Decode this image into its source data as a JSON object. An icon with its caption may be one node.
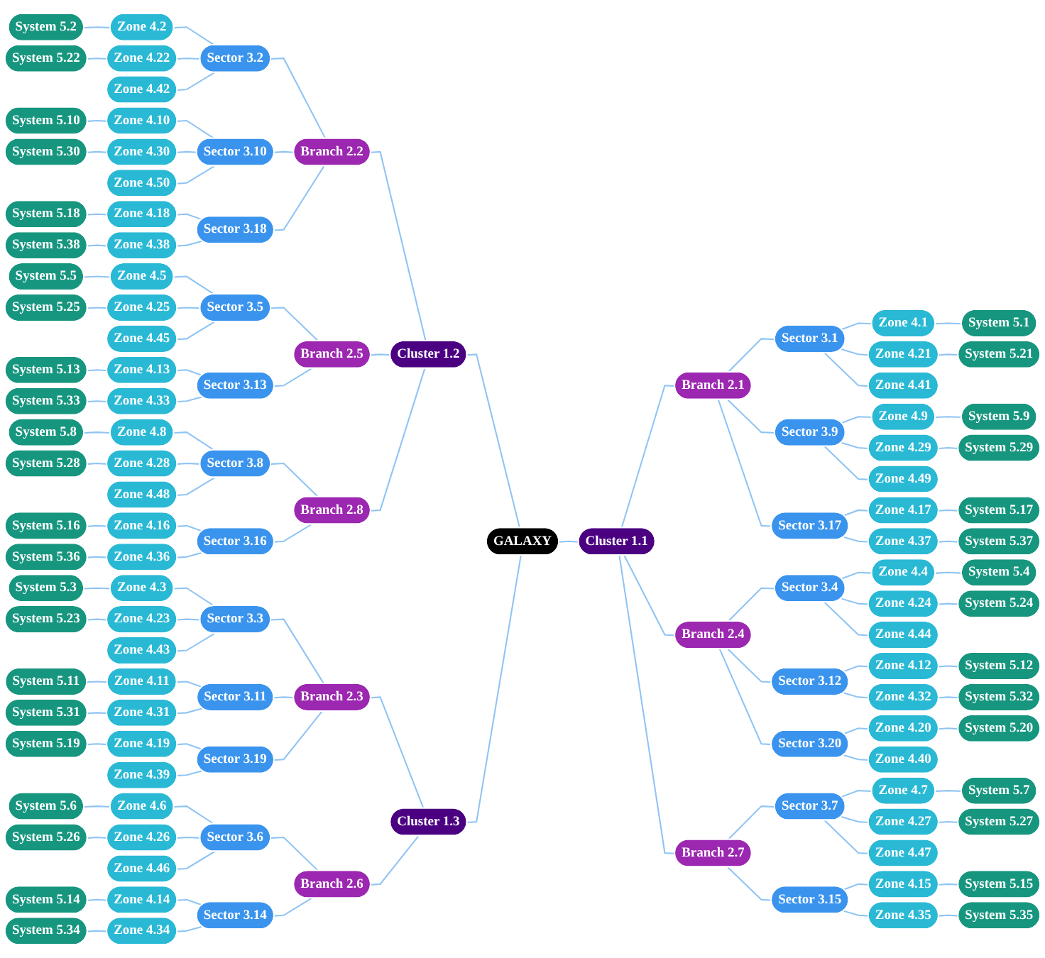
{
  "diagram": {
    "nodes": [
      {
        "text": [
          "GALAXY"
        ]
      },
      {
        "text": [
          "Cluster 1.1"
        ]
      },
      {
        "text": [
          "Cluster 1.2"
        ]
      },
      {
        "text": [
          "Cluster 1.3"
        ]
      },
      {
        "text": [
          "Branch 2.1"
        ]
      },
      {
        "text": [
          "Branch 2.2"
        ]
      },
      {
        "text": [
          "Branch 2.3"
        ]
      },
      {
        "text": [
          "Branch 2.4"
        ]
      },
      {
        "text": [
          "Branch 2.5"
        ]
      },
      {
        "text": [
          "Branch 2.6"
        ]
      },
      {
        "text": [
          "Branch 2.7"
        ]
      },
      {
        "text": [
          "Branch 2.8"
        ]
      },
      {
        "text": [
          "Sector 3.1"
        ]
      },
      {
        "text": [
          "Sector 3.2"
        ]
      },
      {
        "text": [
          "Sector 3.3"
        ]
      },
      {
        "text": [
          "Sector 3.4"
        ]
      },
      {
        "text": [
          "Sector 3.5"
        ]
      },
      {
        "text": [
          "Sector 3.6"
        ]
      },
      {
        "text": [
          "Sector 3.7"
        ]
      },
      {
        "text": [
          "Sector 3.8"
        ]
      },
      {
        "text": [
          "Sector 3.9"
        ]
      },
      {
        "text": [
          "Sector 3.10"
        ]
      },
      {
        "text": [
          "Sector 3.11"
        ]
      },
      {
        "text": [
          "Sector 3.12"
        ]
      },
      {
        "text": [
          "Sector 3.13"
        ]
      },
      {
        "text": [
          "Sector 3.14"
        ]
      },
      {
        "text": [
          "Sector 3.15"
        ]
      },
      {
        "text": [
          "Sector 3.16"
        ]
      },
      {
        "text": [
          "Sector 3.17"
        ]
      },
      {
        "text": [
          "Sector 3.18"
        ]
      },
      {
        "text": [
          "Sector 3.19"
        ]
      },
      {
        "text": [
          "Sector 3.20"
        ]
      },
      {
        "text": [
          "Zone 4.1"
        ]
      },
      {
        "text": [
          "Zone 4.2"
        ]
      },
      {
        "text": [
          "Zone 4.3"
        ]
      },
      {
        "text": [
          "Zone 4.4"
        ]
      },
      {
        "text": [
          "Zone 4.5"
        ]
      },
      {
        "text": [
          "Zone 4.6"
        ]
      },
      {
        "text": [
          "Zone 4.7"
        ]
      },
      {
        "text": [
          "Zone 4.8"
        ]
      },
      {
        "text": [
          "Zone 4.9"
        ]
      },
      {
        "text": [
          "Zone 4.10"
        ]
      },
      {
        "text": [
          "Zone 4.11"
        ]
      },
      {
        "text": [
          "Zone 4.12"
        ]
      },
      {
        "text": [
          "Zone 4.13"
        ]
      },
      {
        "text": [
          "Zone 4.14"
        ]
      },
      {
        "text": [
          "Zone 4.15"
        ]
      },
      {
        "text": [
          "Zone 4.16"
        ]
      },
      {
        "text": [
          "Zone 4.17"
        ]
      },
      {
        "text": [
          "Zone 4.18"
        ]
      },
      {
        "text": [
          "Zone 4.19"
        ]
      },
      {
        "text": [
          "Zone 4.20"
        ]
      },
      {
        "text": [
          "Zone 4.21"
        ]
      },
      {
        "text": [
          "Zone 4.22"
        ]
      },
      {
        "text": [
          "Zone 4.23"
        ]
      },
      {
        "text": [
          "Zone 4.24"
        ]
      },
      {
        "text": [
          "Zone 4.25"
        ]
      },
      {
        "text": [
          "Zone 4.26"
        ]
      },
      {
        "text": [
          "Zone 4.27"
        ]
      },
      {
        "text": [
          "Zone 4.28"
        ]
      },
      {
        "text": [
          "Zone 4.29"
        ]
      },
      {
        "text": [
          "Zone 4.30"
        ]
      },
      {
        "text": [
          "Zone 4.31"
        ]
      },
      {
        "text": [
          "Zone 4.32"
        ]
      },
      {
        "text": [
          "Zone 4.33"
        ]
      },
      {
        "text": [
          "Zone 4.34"
        ]
      },
      {
        "text": [
          "Zone 4.35"
        ]
      },
      {
        "text": [
          "Zone 4.36"
        ]
      },
      {
        "text": [
          "Zone 4.37"
        ]
      },
      {
        "text": [
          "Zone 4.38"
        ]
      },
      {
        "text": [
          "Zone 4.39"
        ]
      },
      {
        "text": [
          "Zone 4.40"
        ]
      },
      {
        "text": [
          "Zone 4.41"
        ]
      },
      {
        "text": [
          "Zone 4.42"
        ]
      },
      {
        "text": [
          "Zone 4.43"
        ]
      },
      {
        "text": [
          "Zone 4.44"
        ]
      },
      {
        "text": [
          "Zone 4.45"
        ]
      },
      {
        "text": [
          "Zone 4.46"
        ]
      },
      {
        "text": [
          "Zone 4.47"
        ]
      },
      {
        "text": [
          "Zone 4.48"
        ]
      },
      {
        "text": [
          "Zone 4.49"
        ]
      },
      {
        "text": [
          "Zone 4.50"
        ]
      },
      {
        "text": [
          "System 5.1"
        ]
      },
      {
        "text": [
          "System 5.2"
        ]
      },
      {
        "text": [
          "System 5.3"
        ]
      },
      {
        "text": [
          "System 5.4"
        ]
      },
      {
        "text": [
          "System 5.5"
        ]
      },
      {
        "text": [
          "System 5.6"
        ]
      },
      {
        "text": [
          "System 5.7"
        ]
      },
      {
        "text": [
          "System 5.8"
        ]
      },
      {
        "text": [
          "System 5.9"
        ]
      },
      {
        "text": [
          "System 5.10"
        ]
      },
      {
        "text": [
          "System 5.11"
        ]
      },
      {
        "text": [
          "System 5.12"
        ]
      },
      {
        "text": [
          "System 5.13"
        ]
      },
      {
        "text": [
          "System 5.14"
        ]
      },
      {
        "text": [
          "System 5.15"
        ]
      },
      {
        "text": [
          "System 5.16"
        ]
      },
      {
        "text": [
          "System 5.17"
        ]
      },
      {
        "text": [
          "System 5.18"
        ]
      },
      {
        "text": [
          "System 5.19"
        ]
      },
      {
        "text": [
          "System 5.20"
        ]
      },
      {
        "text": [
          "System 5.21"
        ]
      },
      {
        "text": [
          "System 5.22"
        ]
      },
      {
        "text": [
          "System 5.23"
        ]
      },
      {
        "text": [
          "System 5.24"
        ]
      },
      {
        "text": [
          "System 5.25"
        ]
      },
      {
        "text": [
          "System 5.26"
        ]
      },
      {
        "text": [
          "System 5.27"
        ]
      },
      {
        "text": [
          "System 5.28"
        ]
      },
      {
        "text": [
          "System 5.29"
        ]
      },
      {
        "text": [
          "System 5.30"
        ]
      },
      {
        "text": [
          "System 5.31"
        ]
      },
      {
        "text": [
          "System 5.32"
        ]
      },
      {
        "text": [
          "System 5.33"
        ]
      },
      {
        "text": [
          "System 5.34"
        ]
      },
      {
        "text": [
          "System 5.35"
        ]
      },
      {
        "text": [
          "System 5.36"
        ]
      },
      {
        "text": [
          "System 5.37"
        ]
      },
      {
        "text": [
          "System 5.38"
        ]
      }
    ],
    "edges": [
      {
        "from": 0,
        "to": 1,
        "arrow": "none"
      },
      {
        "from": 0,
        "to": 2,
        "arrow": "none"
      },
      {
        "from": 0,
        "to": 3,
        "arrow": "none"
      },
      {
        "from": 1,
        "to": 4,
        "arrow": "none"
      },
      {
        "from": 2,
        "to": 5,
        "arrow": "none"
      },
      {
        "from": 3,
        "to": 6,
        "arrow": "none"
      },
      {
        "from": 1,
        "to": 7,
        "arrow": "none"
      },
      {
        "from": 2,
        "to": 8,
        "arrow": "none"
      },
      {
        "from": 3,
        "to": 9,
        "arrow": "none"
      },
      {
        "from": 1,
        "to": 10,
        "arrow": "none"
      },
      {
        "from": 2,
        "to": 11,
        "arrow": "none"
      },
      {
        "from": 4,
        "to": 12,
        "arrow": "none"
      },
      {
        "from": 5,
        "to": 13,
        "arrow": "none"
      },
      {
        "from": 6,
        "to": 14,
        "arrow": "none"
      },
      {
        "from": 7,
        "to": 15,
        "arrow": "none"
      },
      {
        "from": 8,
        "to": 16,
        "arrow": "none"
      },
      {
        "from": 9,
        "to": 17,
        "arrow": "none"
      },
      {
        "from": 10,
        "to": 18,
        "arrow": "none"
      },
      {
        "from": 11,
        "to": 19,
        "arrow": "none"
      },
      {
        "from": 4,
        "to": 20,
        "arrow": "none"
      },
      {
        "from": 5,
        "to": 21,
        "arrow": "none"
      },
      {
        "from": 6,
        "to": 22,
        "arrow": "none"
      },
      {
        "from": 7,
        "to": 23,
        "arrow": "none"
      },
      {
        "from": 8,
        "to": 24,
        "arrow": "none"
      },
      {
        "from": 9,
        "to": 25,
        "arrow": "none"
      },
      {
        "from": 10,
        "to": 26,
        "arrow": "none"
      },
      {
        "from": 11,
        "to": 27,
        "arrow": "none"
      },
      {
        "from": 4,
        "to": 28,
        "arrow": "none"
      },
      {
        "from": 5,
        "to": 29,
        "arrow": "none"
      },
      {
        "from": 6,
        "to": 30,
        "arrow": "none"
      },
      {
        "from": 7,
        "to": 31,
        "arrow": "none"
      },
      {
        "from": 12,
        "to": 32,
        "arrow": "none"
      },
      {
        "from": 13,
        "to": 33,
        "arrow": "none"
      },
      {
        "from": 14,
        "to": 34,
        "arrow": "none"
      },
      {
        "from": 15,
        "to": 35,
        "arrow": "none"
      },
      {
        "from": 16,
        "to": 36,
        "arrow": "none"
      },
      {
        "from": 17,
        "to": 37,
        "arrow": "none"
      },
      {
        "from": 18,
        "to": 38,
        "arrow": "none"
      },
      {
        "from": 19,
        "to": 39,
        "arrow": "none"
      },
      {
        "from": 20,
        "to": 40,
        "arrow": "none"
      },
      {
        "from": 21,
        "to": 41,
        "arrow": "none"
      },
      {
        "from": 22,
        "to": 42,
        "arrow": "none"
      },
      {
        "from": 23,
        "to": 43,
        "arrow": "none"
      },
      {
        "from": 24,
        "to": 44,
        "arrow": "none"
      },
      {
        "from": 25,
        "to": 45,
        "arrow": "none"
      },
      {
        "from": 26,
        "to": 46,
        "arrow": "none"
      },
      {
        "from": 27,
        "to": 47,
        "arrow": "none"
      },
      {
        "from": 28,
        "to": 48,
        "arrow": "none"
      },
      {
        "from": 29,
        "to": 49,
        "arrow": "none"
      },
      {
        "from": 30,
        "to": 50,
        "arrow": "none"
      },
      {
        "from": 31,
        "to": 51,
        "arrow": "none"
      },
      {
        "from": 12,
        "to": 52,
        "arrow": "none"
      },
      {
        "from": 13,
        "to": 53,
        "arrow": "none"
      },
      {
        "from": 14,
        "to": 54,
        "arrow": "none"
      },
      {
        "from": 15,
        "to": 55,
        "arrow": "none"
      },
      {
        "from": 16,
        "to": 56,
        "arrow": "none"
      },
      {
        "from": 17,
        "to": 57,
        "arrow": "none"
      },
      {
        "from": 18,
        "to": 58,
        "arrow": "none"
      },
      {
        "from": 19,
        "to": 59,
        "arrow": "none"
      },
      {
        "from": 20,
        "to": 60,
        "arrow": "none"
      },
      {
        "from": 21,
        "to": 61,
        "arrow": "none"
      },
      {
        "from": 22,
        "to": 62,
        "arrow": "none"
      },
      {
        "from": 23,
        "to": 63,
        "arrow": "none"
      },
      {
        "from": 24,
        "to": 64,
        "arrow": "none"
      },
      {
        "from": 25,
        "to": 65,
        "arrow": "none"
      },
      {
        "from": 26,
        "to": 66,
        "arrow": "none"
      },
      {
        "from": 27,
        "to": 67,
        "arrow": "none"
      },
      {
        "from": 28,
        "to": 68,
        "arrow": "none"
      },
      {
        "from": 29,
        "to": 69,
        "arrow": "none"
      },
      {
        "from": 30,
        "to": 70,
        "arrow": "none"
      },
      {
        "from": 31,
        "to": 71,
        "arrow": "none"
      },
      {
        "from": 12,
        "to": 72,
        "arrow": "none"
      },
      {
        "from": 13,
        "to": 73,
        "arrow": "none"
      },
      {
        "from": 14,
        "to": 74,
        "arrow": "none"
      },
      {
        "from": 15,
        "to": 75,
        "arrow": "none"
      },
      {
        "from": 16,
        "to": 76,
        "arrow": "none"
      },
      {
        "from": 17,
        "to": 77,
        "arrow": "none"
      },
      {
        "from": 18,
        "to": 78,
        "arrow": "none"
      },
      {
        "from": 19,
        "to": 79,
        "arrow": "none"
      },
      {
        "from": 20,
        "to": 80,
        "arrow": "none"
      },
      {
        "from": 21,
        "to": 81,
        "arrow": "none"
      },
      {
        "from": 32,
        "to": 82,
        "arrow": "none"
      },
      {
        "from": 33,
        "to": 83,
        "arrow": "none"
      },
      {
        "from": 34,
        "to": 84,
        "arrow": "none"
      },
      {
        "from": 35,
        "to": 85,
        "arrow": "none"
      },
      {
        "from": 36,
        "to": 86,
        "arrow": "none"
      },
      {
        "from": 37,
        "to": 87,
        "arrow": "none"
      },
      {
        "from": 38,
        "to": 88,
        "arrow": "none"
      },
      {
        "from": 39,
        "to": 89,
        "arrow": "none"
      },
      {
        "from": 40,
        "to": 90,
        "arrow": "none"
      },
      {
        "from": 41,
        "to": 91,
        "arrow": "none"
      },
      {
        "from": 42,
        "to": 92,
        "arrow": "none"
      },
      {
        "from": 43,
        "to": 93,
        "arrow": "none"
      },
      {
        "from": 44,
        "to": 94,
        "arrow": "none"
      },
      {
        "from": 45,
        "to": 95,
        "arrow": "none"
      },
      {
        "from": 46,
        "to": 96,
        "arrow": "none"
      },
      {
        "from": 47,
        "to": 97,
        "arrow": "none"
      },
      {
        "from": 48,
        "to": 98,
        "arrow": "none"
      },
      {
        "from": 49,
        "to": 99,
        "arrow": "none"
      },
      {
        "from": 50,
        "to": 100,
        "arrow": "none"
      },
      {
        "from": 51,
        "to": 101,
        "arrow": "none"
      },
      {
        "from": 52,
        "to": 102,
        "arrow": "none"
      },
      {
        "from": 53,
        "to": 103,
        "arrow": "none"
      },
      {
        "from": 54,
        "to": 104,
        "arrow": "none"
      },
      {
        "from": 55,
        "to": 105,
        "arrow": "none"
      },
      {
        "from": 56,
        "to": 106,
        "arrow": "none"
      },
      {
        "from": 57,
        "to": 107,
        "arrow": "none"
      },
      {
        "from": 58,
        "to": 108,
        "arrow": "none"
      },
      {
        "from": 59,
        "to": 109,
        "arrow": "none"
      },
      {
        "from": 60,
        "to": 110,
        "arrow": "none"
      },
      {
        "from": 61,
        "to": 111,
        "arrow": "none"
      },
      {
        "from": 62,
        "to": 112,
        "arrow": "none"
      },
      {
        "from": 63,
        "to": 113,
        "arrow": "none"
      },
      {
        "from": 64,
        "to": 114,
        "arrow": "none"
      },
      {
        "from": 65,
        "to": 115,
        "arrow": "none"
      },
      {
        "from": 66,
        "to": 116,
        "arrow": "none"
      },
      {
        "from": 67,
        "to": 117,
        "arrow": "none"
      },
      {
        "from": 68,
        "to": 118,
        "arrow": "none"
      },
      {
        "from": 69,
        "to": 119,
        "arrow": "none"
      }
    ]
  }
}
